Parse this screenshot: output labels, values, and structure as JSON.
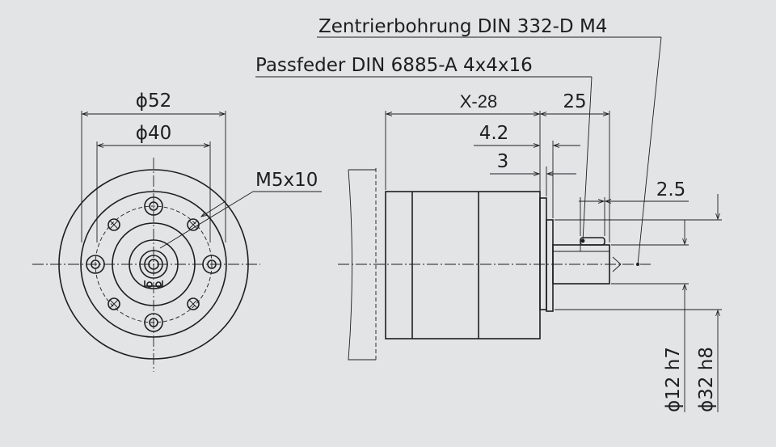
{
  "labels": {
    "centre_bore": "Zentrierbohrung DIN 332-D M4",
    "key": "Passfeder DIN 6885-A 4x4x16",
    "thread": "M5x10",
    "dia_outer": "ϕ52",
    "dia_bolt_circle": "ϕ40",
    "length_body": "X-28",
    "length_shaft": "25",
    "dim_4_2": "4.2",
    "dim_3": "3",
    "dim_2_5": "2.5",
    "dia_shaft": "ϕ12 h7",
    "dia_pilot": "ϕ32 h8"
  },
  "colors": {
    "background": "#e3e4e6",
    "line": "#1e1e1e"
  }
}
